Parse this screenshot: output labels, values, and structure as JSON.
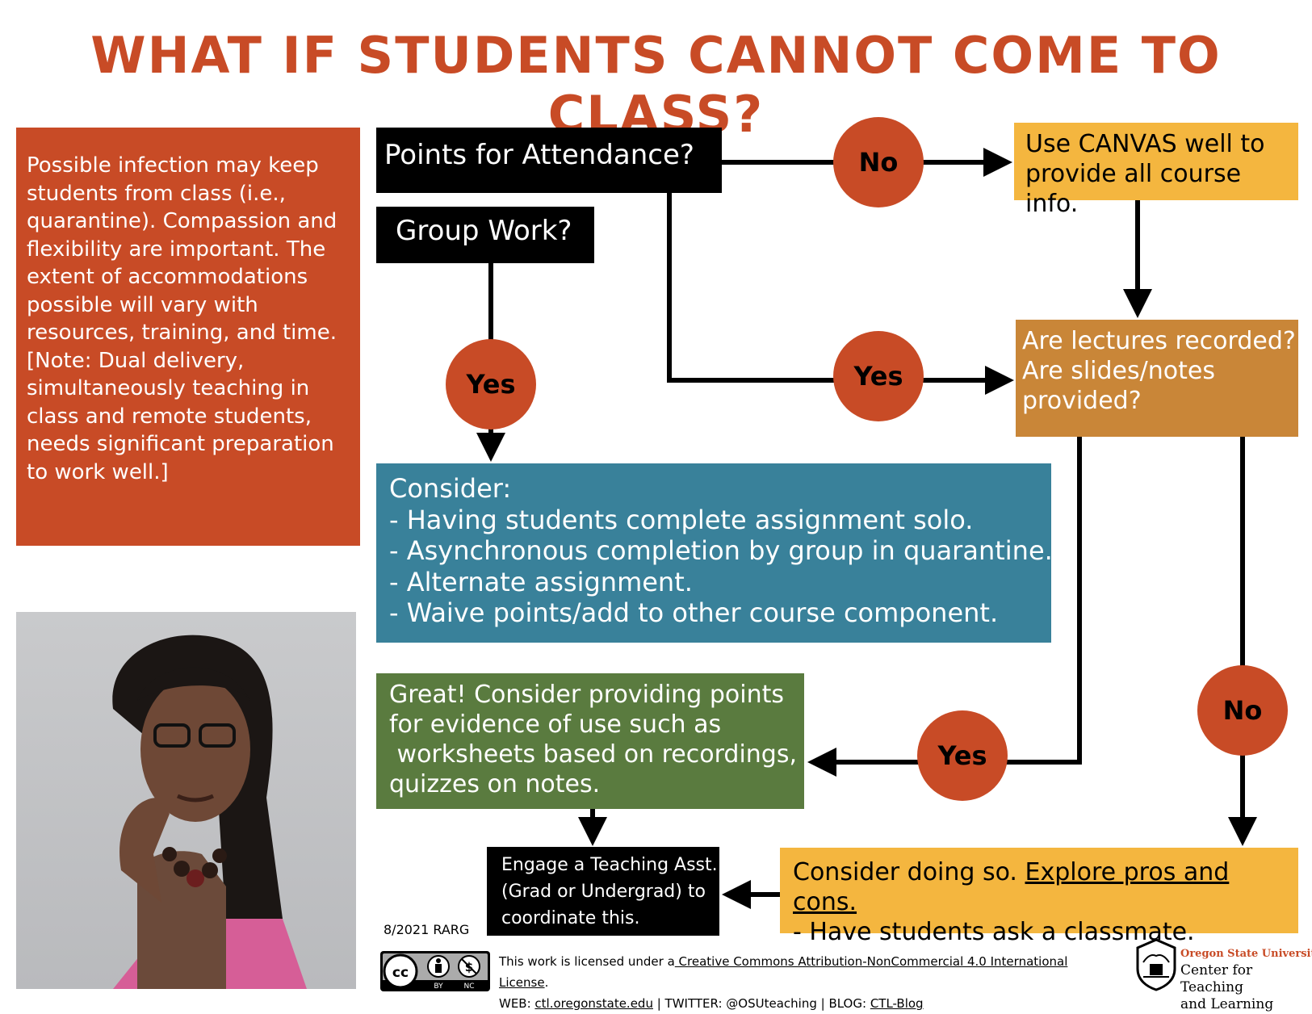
{
  "title": "WHAT IF STUDENTS CANNOT COME TO CLASS?",
  "intro_text": "Possible infection may keep students from class (i.e., quarantine). Compassion and flexibility are important. The extent of accommodations possible will vary with resources, training, and time. [Note: Dual delivery, simultaneously teaching in class and remote students, needs significant preparation to work well.]",
  "question_attendance": "Points for Attendance?",
  "question_group": "Group Work?",
  "label_no_1": "No",
  "label_yes_attendance": "Yes",
  "label_yes_group": "Yes",
  "label_yes_recorded": "Yes",
  "label_no_recorded": "No",
  "canvas_box": [
    "Use CANVAS well to",
    "provide all course info."
  ],
  "recorded_box": [
    "Are lectures recorded?",
    "Are slides/notes",
    "provided?"
  ],
  "consider_box": {
    "heading": "Consider:",
    "items": [
      "- Having students complete assignment solo.",
      "- Asynchronous completion by group in quarantine.",
      "- Alternate assignment.",
      "- Waive points/add to other course component."
    ]
  },
  "great_box": [
    "Great! Consider providing points",
    "for evidence of use such as",
    " worksheets based on recordings,",
    "quizzes on notes."
  ],
  "engage_box": [
    "Engage a Teaching Asst.",
    "(Grad or Undergrad) to",
    "coordinate this."
  ],
  "do_so_box": {
    "lead": "Consider doing so. ",
    "link": "Explore pros and cons.",
    "line2": "- Have students ask a classmate."
  },
  "footer": {
    "date": "8/2021  RARG",
    "cc_labels": [
      "cc",
      "BY",
      "NC"
    ],
    "license_prefix": "This work is licensed under a",
    "license_link": " Creative Commons Attribution-NonCommercial 4.0 International License",
    "license_suffix": ".",
    "web_label": "WEB: ",
    "web_link": "ctl.oregonstate.edu",
    "twitter": " | TWITTER: @OSUteaching | BLOG: ",
    "blog_link": "CTL-Blog"
  },
  "osu": {
    "name": "Oregon State University",
    "unit_line1": "Center for Teaching",
    "unit_line2": "and Learning"
  },
  "colors": {
    "orange_red": "#c84b26",
    "yellow": "#f4b63f",
    "tan": "#c98638",
    "teal": "#39819a",
    "green": "#5a7b3f"
  }
}
